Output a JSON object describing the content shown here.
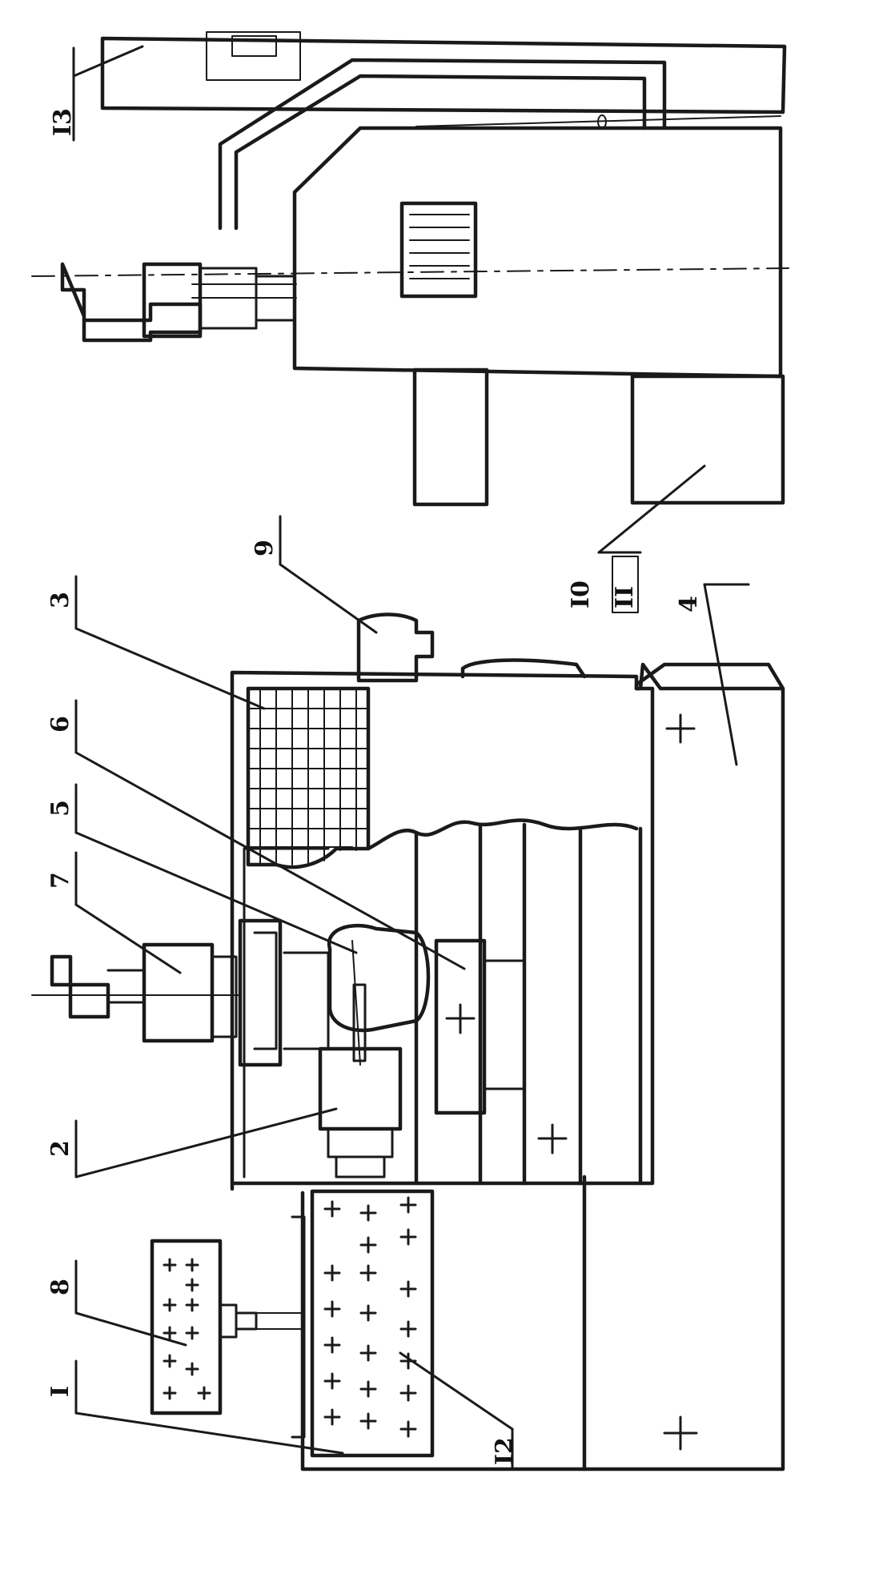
{
  "labels": {
    "l1": "I",
    "l2": "2",
    "l3": "3",
    "l4": "4",
    "l5": "5",
    "l6": "6",
    "l7": "7",
    "l8": "8",
    "l9": "9",
    "l10": "I0",
    "l11": "II",
    "l12": "I2",
    "l13": "I3"
  },
  "colors": {
    "ink": "#1a1a1a",
    "paper": "#ffffff"
  }
}
